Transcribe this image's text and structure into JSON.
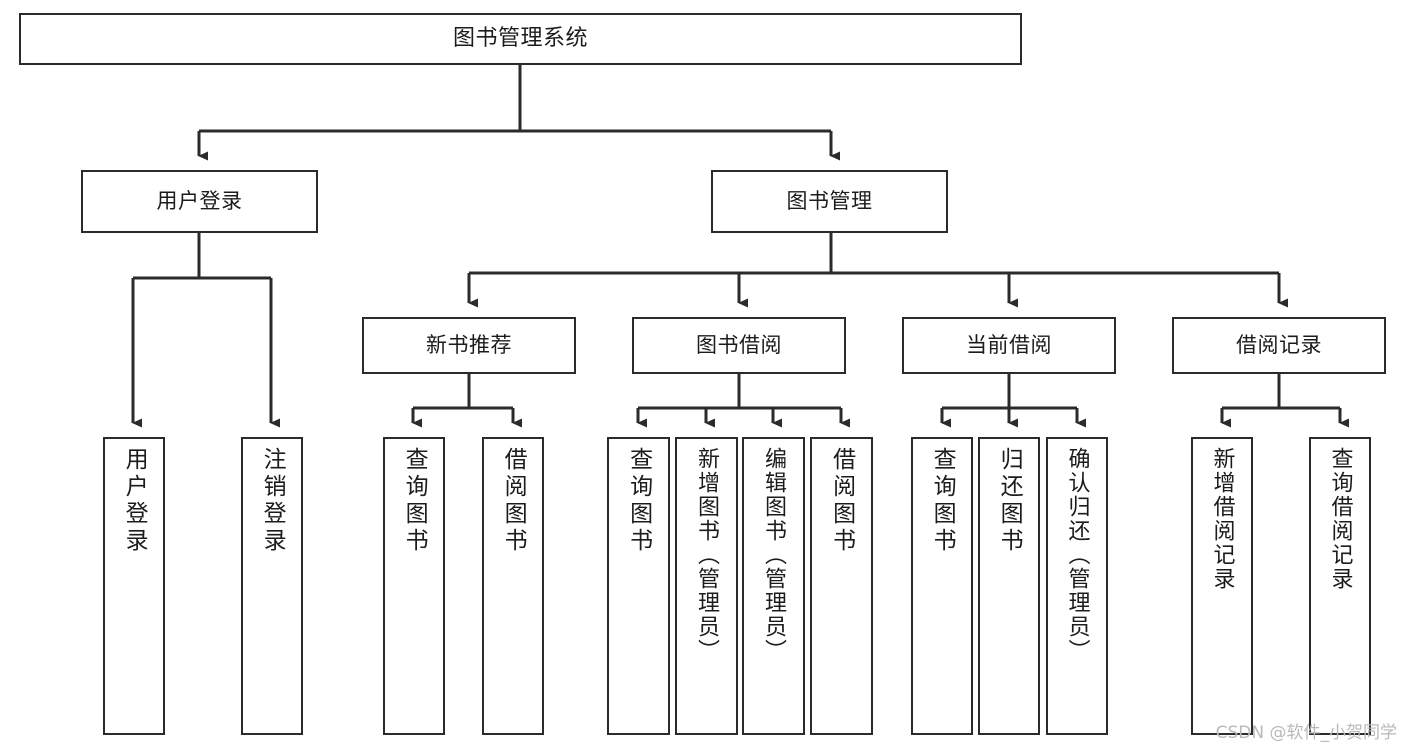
{
  "diagram": {
    "title": "图书管理系统",
    "type": "tree-hierarchy-chart",
    "stroke_color": "#2b2b2b",
    "background_color": "#ffffff",
    "text_color": "#1c1c1c"
  },
  "nodes": {
    "root": {
      "label": "图书管理系统"
    },
    "level2": [
      {
        "label": "用户登录"
      },
      {
        "label": "图书管理"
      }
    ],
    "level3": [
      {
        "label": "新书推荐"
      },
      {
        "label": "图书借阅"
      },
      {
        "label": "当前借阅"
      },
      {
        "label": "借阅记录"
      }
    ],
    "leaves_user_login": [
      {
        "label": "用户登录"
      },
      {
        "label": "注销登录"
      }
    ],
    "leaves_new_book": [
      {
        "label": "查询图书"
      },
      {
        "label": "借阅图书"
      }
    ],
    "leaves_book_borrow": [
      {
        "label": "查询图书"
      },
      {
        "label": "新增图书（管理员）"
      },
      {
        "label": "编辑图书（管理员）"
      },
      {
        "label": "借阅图书"
      }
    ],
    "leaves_current_borrow": [
      {
        "label": "查询图书"
      },
      {
        "label": "归还图书"
      },
      {
        "label": "确认归还（管理员）"
      }
    ],
    "leaves_borrow_record": [
      {
        "label": "新增借阅记录"
      },
      {
        "label": "查询借阅记录"
      }
    ]
  },
  "watermark": {
    "text": "CSDN @软件_小贺同学"
  }
}
